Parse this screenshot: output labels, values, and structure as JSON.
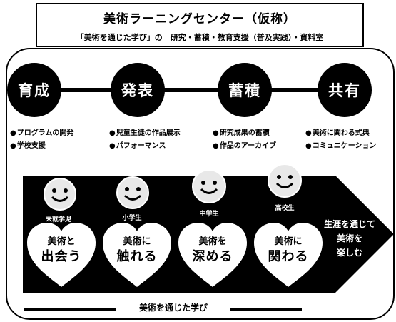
{
  "header": {
    "title": "美術ラーニングセンター（仮称）",
    "subtitle": "「美術を通じた学び」の　研究・蓄積・教育支援（普及実践）・資料室"
  },
  "stages": [
    {
      "label": "育成",
      "bullets": [
        "プログラムの開発",
        "学校支援"
      ]
    },
    {
      "label": "発表",
      "bullets": [
        "児童生徒の作品展示",
        "パフォーマンス"
      ]
    },
    {
      "label": "蓄積",
      "bullets": [
        "研究成果の蓄積",
        "作品のアーカイブ"
      ]
    },
    {
      "label": "共有",
      "bullets": [
        "美術に関わる式典",
        "コミュニケーション"
      ]
    }
  ],
  "learners": [
    {
      "age": "未就学児",
      "heart_line1": "美術と",
      "heart_line2": "出会う"
    },
    {
      "age": "小学生",
      "heart_line1": "美術に",
      "heart_line2": "触れる"
    },
    {
      "age": "中学生",
      "heart_line1": "美術を",
      "heart_line2": "深める"
    },
    {
      "age": "高校生",
      "heart_line1": "美術に",
      "heart_line2": "関わる"
    }
  ],
  "lifelong": {
    "line1": "生涯を通じて",
    "line2": "美術を",
    "line3": "楽しむ"
  },
  "footer_label": "美術を通じた学び"
}
